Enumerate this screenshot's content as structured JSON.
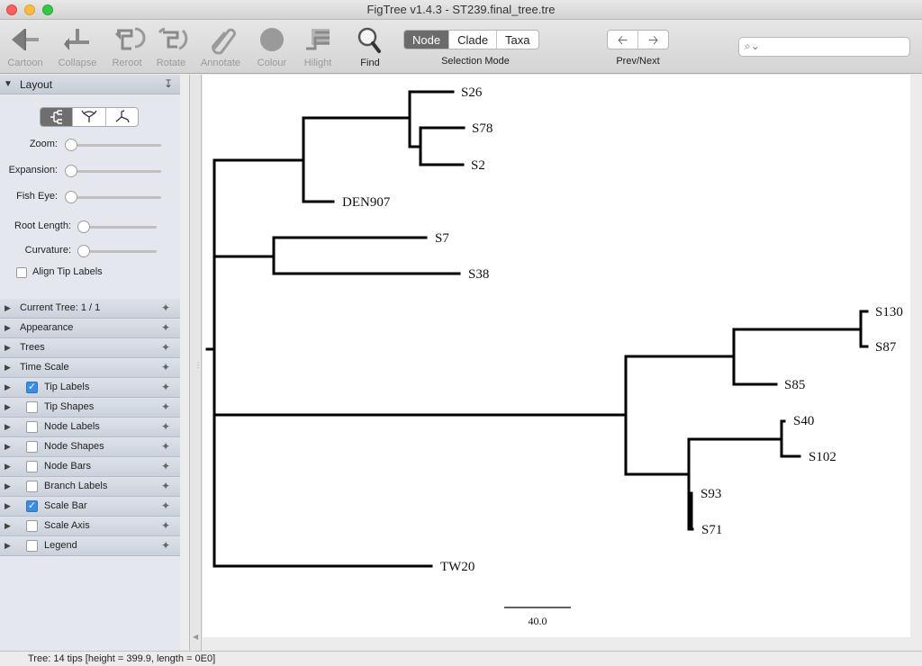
{
  "window": {
    "title": "FigTree v1.4.3 - ST239.final_tree.tre"
  },
  "toolbar": {
    "tools": [
      {
        "label": "Cartoon",
        "icon": "cartoon-icon",
        "enabled": false
      },
      {
        "label": "Collapse",
        "icon": "collapse-icon",
        "enabled": false
      },
      {
        "label": "Reroot",
        "icon": "reroot-icon",
        "enabled": false
      },
      {
        "label": "Rotate",
        "icon": "rotate-icon",
        "enabled": false
      },
      {
        "label": "Annotate",
        "icon": "annotate-icon",
        "enabled": false
      },
      {
        "label": "Colour",
        "icon": "colour-icon",
        "enabled": false
      },
      {
        "label": "Hilight",
        "icon": "hilight-icon",
        "enabled": false
      },
      {
        "label": "Find",
        "icon": "find-icon",
        "enabled": true
      }
    ],
    "selection_mode": {
      "label": "Selection Mode",
      "options": [
        "Node",
        "Clade",
        "Taxa"
      ],
      "selected": "Node"
    },
    "prev_next": {
      "label": "Prev/Next",
      "prev_icon": "arrow-left-icon",
      "next_icon": "arrow-right-icon"
    },
    "search": {
      "placeholder": "",
      "value": ""
    }
  },
  "sidebar": {
    "layout": {
      "title": "Layout",
      "layout_buttons": [
        "rectangular-layout-icon",
        "polar-layout-icon",
        "radial-layout-icon"
      ],
      "selected_layout": 0,
      "sliders": [
        {
          "label": "Zoom:",
          "value": 0
        },
        {
          "label": "Expansion:",
          "value": 0
        },
        {
          "label": "Fish Eye:",
          "value": 0
        },
        {
          "label": "Root Length:",
          "value": 0
        },
        {
          "label": "Curvature:",
          "value": 0
        }
      ],
      "align_tip_labels": {
        "label": "Align Tip Labels",
        "checked": false
      }
    },
    "panels": [
      {
        "label": "Current Tree: 1 / 1",
        "has_checkbox": false,
        "checked": false
      },
      {
        "label": "Appearance",
        "has_checkbox": false,
        "checked": false
      },
      {
        "label": "Trees",
        "has_checkbox": false,
        "checked": false
      },
      {
        "label": "Time Scale",
        "has_checkbox": false,
        "checked": false
      },
      {
        "label": "Tip Labels",
        "has_checkbox": true,
        "checked": true
      },
      {
        "label": "Tip Shapes",
        "has_checkbox": true,
        "checked": false
      },
      {
        "label": "Node Labels",
        "has_checkbox": true,
        "checked": false
      },
      {
        "label": "Node Shapes",
        "has_checkbox": true,
        "checked": false
      },
      {
        "label": "Node Bars",
        "has_checkbox": true,
        "checked": false
      },
      {
        "label": "Branch Labels",
        "has_checkbox": true,
        "checked": false
      },
      {
        "label": "Scale Bar",
        "has_checkbox": true,
        "checked": true
      },
      {
        "label": "Scale Axis",
        "has_checkbox": true,
        "checked": false
      },
      {
        "label": "Legend",
        "has_checkbox": true,
        "checked": false
      }
    ]
  },
  "tree": {
    "tips": [
      "S26",
      "S78",
      "S2",
      "DEN907",
      "S7",
      "S38",
      "S130",
      "S87",
      "S85",
      "S40",
      "S102",
      "S93",
      "S71",
      "TW20"
    ],
    "scale_bar": {
      "label": "40.0",
      "length": 40.0
    }
  },
  "status": {
    "text": "Tree: 14 tips [height = 399.9, length = 0E0]"
  },
  "colors": {
    "accent": "#3a8de0",
    "branch": "#000000",
    "canvas": "#ffffff",
    "sidebar": "#e4e8ee"
  }
}
